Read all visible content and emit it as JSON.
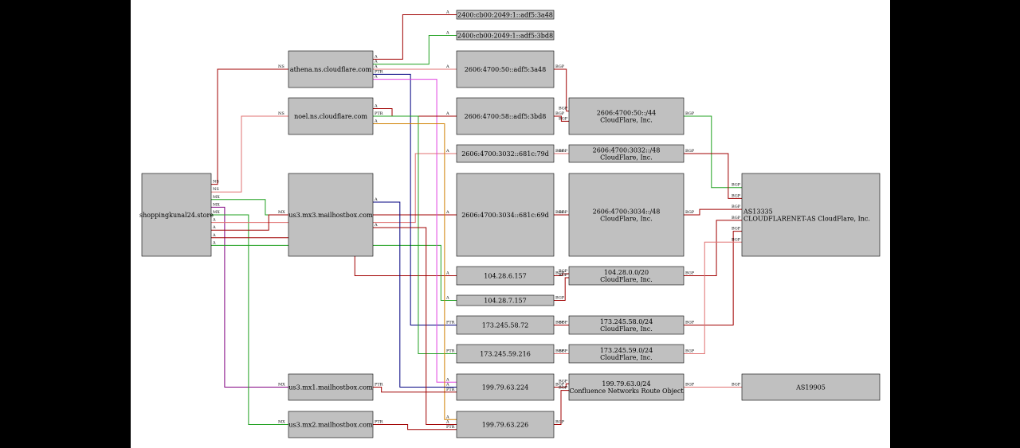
{
  "colors": {
    "background": "#000000",
    "canvas": "#ffffff",
    "node_fill": "#c0c0c0",
    "red": "#a00000",
    "pink": "#e07070",
    "green": "#20a020",
    "blue": "#000080",
    "purple": "#800080",
    "magenta": "#e040e0",
    "orange": "#d08000",
    "teal": "#008080"
  },
  "nodes": [
    {
      "id": "domain",
      "lines": [
        "shoppingkunal24.store"
      ]
    },
    {
      "id": "athena",
      "lines": [
        "athena.ns.cloudflare.com"
      ]
    },
    {
      "id": "noel",
      "lines": [
        "noel.ns.cloudflare.com"
      ]
    },
    {
      "id": "mx3",
      "lines": [
        "us3.mx3.mailhostbox.com"
      ]
    },
    {
      "id": "mx1",
      "lines": [
        "us3.mx1.mailhostbox.com"
      ]
    },
    {
      "id": "mx2",
      "lines": [
        "us3.mx2.mailhostbox.com"
      ]
    },
    {
      "id": "v6a",
      "lines": [
        "2400:cb00:2049:1::adf5:3a48"
      ]
    },
    {
      "id": "v6b",
      "lines": [
        "2400:cb00:2049:1::adf5:3bd8"
      ]
    },
    {
      "id": "v6c",
      "lines": [
        "2606:4700:50::adf5:3a48"
      ]
    },
    {
      "id": "v6d",
      "lines": [
        "2606:4700:58::adf5:3bd8"
      ]
    },
    {
      "id": "v6e",
      "lines": [
        "2606:4700:3032::681c:79d"
      ]
    },
    {
      "id": "v6f",
      "lines": [
        "2606:4700:3034::681c:69d"
      ]
    },
    {
      "id": "ip1",
      "lines": [
        "104.28.6.157"
      ]
    },
    {
      "id": "ip2",
      "lines": [
        "104.28.7.157"
      ]
    },
    {
      "id": "ip3",
      "lines": [
        "173.245.58.72"
      ]
    },
    {
      "id": "ip4",
      "lines": [
        "173.245.59.216"
      ]
    },
    {
      "id": "ip5",
      "lines": [
        "199.79.63.224"
      ]
    },
    {
      "id": "ip6",
      "lines": [
        "199.79.63.226"
      ]
    },
    {
      "id": "pfx1",
      "lines": [
        "2606:4700:50::/44",
        "CloudFlare, Inc."
      ]
    },
    {
      "id": "pfx2",
      "lines": [
        "2606:4700:3032::/48",
        "CloudFlare, Inc."
      ]
    },
    {
      "id": "pfx3",
      "lines": [
        "2606:4700:3034::/48",
        "CloudFlare, Inc."
      ]
    },
    {
      "id": "pfx4",
      "lines": [
        "104.28.0.0/20",
        "CloudFlare, Inc."
      ]
    },
    {
      "id": "pfx5",
      "lines": [
        "173.245.58.0/24",
        "CloudFlare, Inc."
      ]
    },
    {
      "id": "pfx6",
      "lines": [
        "173.245.59.0/24",
        "CloudFlare, Inc."
      ]
    },
    {
      "id": "pfx7",
      "lines": [
        "199.79.63.0/24",
        "Confluence Networks Route Object"
      ]
    },
    {
      "id": "as1",
      "lines": [
        "AS13335",
        "CLOUDFLARENET-AS CloudFlare, Inc."
      ]
    },
    {
      "id": "as2",
      "lines": [
        "AS19905"
      ]
    }
  ],
  "edges": [
    {
      "from": "domain",
      "to": "athena",
      "label": "NS",
      "color": "red"
    },
    {
      "from": "domain",
      "to": "noel",
      "label": "NS",
      "color": "pink"
    },
    {
      "from": "domain",
      "to": "mx3",
      "label": "MX",
      "color": "green"
    },
    {
      "from": "domain",
      "to": "mx1",
      "label": "MX",
      "color": "purple"
    },
    {
      "from": "domain",
      "to": "mx2",
      "label": "MX",
      "color": "green"
    },
    {
      "from": "domain",
      "to": "v6e",
      "label": "A",
      "color": "pink"
    },
    {
      "from": "domain",
      "to": "v6f",
      "label": "A",
      "color": "red"
    },
    {
      "from": "domain",
      "to": "ip1",
      "label": "A",
      "color": "red"
    },
    {
      "from": "domain",
      "to": "ip2",
      "label": "A",
      "color": "green"
    },
    {
      "from": "athena",
      "to": "v6a",
      "label": "A",
      "color": "red"
    },
    {
      "from": "athena",
      "to": "v6b",
      "label": "A",
      "color": "green"
    },
    {
      "from": "athena",
      "to": "v6c",
      "label": "A",
      "color": "pink"
    },
    {
      "from": "athena",
      "to": "ip3",
      "label": "PTR",
      "color": "blue"
    },
    {
      "from": "athena",
      "to": "ip5",
      "label": "A",
      "color": "magenta"
    },
    {
      "from": "noel",
      "to": "v6d",
      "label": "A",
      "color": "red"
    },
    {
      "from": "noel",
      "to": "ip4",
      "label": "PTR",
      "color": "green"
    },
    {
      "from": "noel",
      "to": "ip6",
      "label": "A",
      "color": "orange"
    },
    {
      "from": "mx3",
      "to": "ip5",
      "label": "A",
      "color": "blue"
    },
    {
      "from": "mx3",
      "to": "ip6",
      "label": "A",
      "color": "red"
    },
    {
      "from": "mx1",
      "to": "ip5",
      "label": "PTR",
      "color": "red"
    },
    {
      "from": "mx2",
      "to": "ip6",
      "label": "PTR",
      "color": "red"
    },
    {
      "from": "v6c",
      "to": "pfx1",
      "label": "BGP",
      "color": "red"
    },
    {
      "from": "v6d",
      "to": "pfx1",
      "label": "BGP",
      "color": "red"
    },
    {
      "from": "v6e",
      "to": "pfx2",
      "label": "BGP",
      "color": "pink"
    },
    {
      "from": "v6f",
      "to": "pfx3",
      "label": "BGP",
      "color": "red"
    },
    {
      "from": "ip1",
      "to": "pfx4",
      "label": "BGP",
      "color": "red"
    },
    {
      "from": "ip2",
      "to": "pfx4",
      "label": "BGP",
      "color": "red"
    },
    {
      "from": "ip3",
      "to": "pfx5",
      "label": "BGP",
      "color": "red"
    },
    {
      "from": "ip4",
      "to": "pfx6",
      "label": "BGP",
      "color": "pink"
    },
    {
      "from": "ip5",
      "to": "pfx7",
      "label": "BGP",
      "color": "red"
    },
    {
      "from": "ip6",
      "to": "pfx7",
      "label": "BGP",
      "color": "red"
    },
    {
      "from": "pfx1",
      "to": "as1",
      "label": "BGP",
      "color": "green"
    },
    {
      "from": "pfx2",
      "to": "as1",
      "label": "BGP",
      "color": "red"
    },
    {
      "from": "pfx3",
      "to": "as1",
      "label": "BGP",
      "color": "red"
    },
    {
      "from": "pfx4",
      "to": "as1",
      "label": "BGP",
      "color": "red"
    },
    {
      "from": "pfx5",
      "to": "as1",
      "label": "BGP",
      "color": "red"
    },
    {
      "from": "pfx6",
      "to": "as1",
      "label": "BGP",
      "color": "pink"
    },
    {
      "from": "pfx7",
      "to": "as2",
      "label": "BGP",
      "color": "pink"
    }
  ]
}
